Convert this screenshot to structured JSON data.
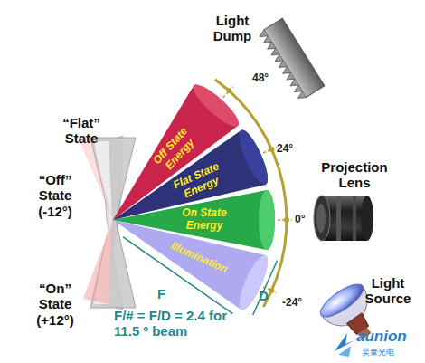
{
  "diagram": {
    "labels": [
      "Light Dump",
      "“Flat” State",
      "Off State Energy",
      "Flat State Energy",
      "On State Energy",
      "Illumination",
      "48°",
      "24°",
      "0°",
      "-24°",
      "Projection Lens",
      "“Off” State (-12°)",
      "Light Source",
      "F",
      "D",
      "“On” State (+12°)",
      "F/# = F/D = 2.4 for 11.5 º beam",
      "aunion",
      "昊量光电"
    ]
  }
}
